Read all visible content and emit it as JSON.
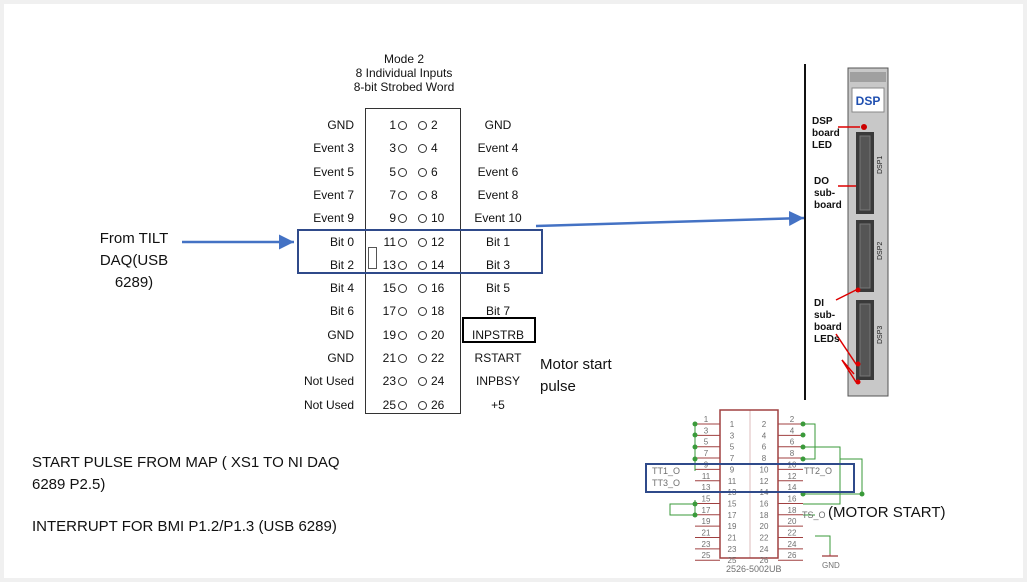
{
  "header": {
    "line1": "Mode 2",
    "line2": "8 Individual Inputs",
    "line3": "8-bit Strobed Word"
  },
  "connector": {
    "rows": [
      {
        "left": "GND",
        "pin_l": "1",
        "pin_r": "2",
        "right": "GND"
      },
      {
        "left": "Event 3",
        "pin_l": "3",
        "pin_r": "4",
        "right": "Event 4"
      },
      {
        "left": "Event 5",
        "pin_l": "5",
        "pin_r": "6",
        "right": "Event 6"
      },
      {
        "left": "Event 7",
        "pin_l": "7",
        "pin_r": "8",
        "right": "Event 8"
      },
      {
        "left": "Event 9",
        "pin_l": "9",
        "pin_r": "10",
        "right": "Event 10"
      },
      {
        "left": "Bit 0",
        "pin_l": "11",
        "pin_r": "12",
        "right": "Bit 1"
      },
      {
        "left": "Bit 2",
        "pin_l": "13",
        "pin_r": "14",
        "right": "Bit 3"
      },
      {
        "left": "Bit 4",
        "pin_l": "15",
        "pin_r": "16",
        "right": "Bit 5"
      },
      {
        "left": "Bit 6",
        "pin_l": "17",
        "pin_r": "18",
        "right": "Bit 7"
      },
      {
        "left": "GND",
        "pin_l": "19",
        "pin_r": "20",
        "right": "INPSTRB"
      },
      {
        "left": "GND",
        "pin_l": "21",
        "pin_r": "22",
        "right": "RSTART"
      },
      {
        "left": "Not Used",
        "pin_l": "23",
        "pin_r": "24",
        "right": "INPBSY"
      },
      {
        "left": "Not Used",
        "pin_l": "25",
        "pin_r": "26",
        "right": "+5"
      }
    ]
  },
  "annotations": {
    "from_tilt": [
      "From TILT",
      "DAQ(USB",
      "6289)"
    ],
    "motor_start": [
      "Motor start",
      "pulse"
    ],
    "start_pulse": [
      "START PULSE FROM MAP ( XS1 TO NI DAQ",
      "6289 P2.5)"
    ],
    "interrupt": "INTERRUPT FOR BMI P1.2/P1.3 (USB 6289)",
    "motor_start_tag": "(MOTOR START)"
  },
  "dsp_board": {
    "badge": "DSP",
    "led_label": [
      "DSP",
      "board",
      "LED"
    ],
    "do_label": [
      "DO",
      "sub-",
      "board"
    ],
    "di_label": [
      "DI",
      "sub-",
      "board",
      "LEDs"
    ],
    "slot_labels": [
      "DSP1",
      "DSP2",
      "DSP3"
    ]
  },
  "schematic": {
    "left_pins": [
      "1",
      "3",
      "5",
      "7",
      "9",
      "11",
      "13",
      "15",
      "17",
      "19",
      "21",
      "23",
      "25"
    ],
    "right_pins": [
      "2",
      "4",
      "6",
      "8",
      "10",
      "12",
      "14",
      "16",
      "18",
      "20",
      "22",
      "24",
      "26"
    ],
    "net_labels": {
      "tt1": "TT1_O",
      "tt3": "TT3_O",
      "tt2": "TT2_O",
      "ts": "TS_O"
    },
    "gnd": "GND",
    "part": "2526-5002UB"
  },
  "colors": {
    "arrow": "#4472c4",
    "box_blue": "#2f4a8a",
    "schem_red": "#a04040",
    "wire_green": "#3a9a3a",
    "pin_num": "#707070",
    "led_red": "#dd0000"
  }
}
